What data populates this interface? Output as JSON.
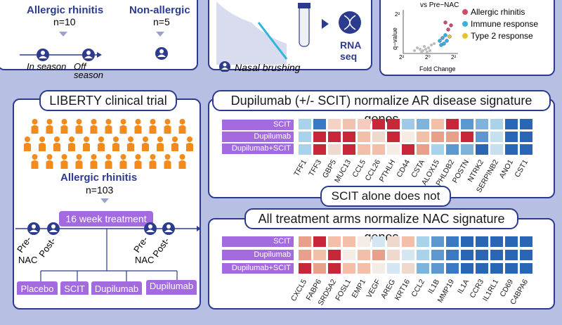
{
  "top_left": {
    "allergic_label": "Allergic rhinitis",
    "allergic_n": "n=10",
    "nonallergic_label": "Non-allergic",
    "nonallergic_n": "n=5",
    "in_season": "In season",
    "off_season": "Off season"
  },
  "top_mid": {
    "nasal": "Nasal brushing",
    "rna": "RNA",
    "seq": "seq"
  },
  "top_right": {
    "subtitle": "vs Pre−NAC",
    "ylabel": "q−value",
    "xlabel": "Fold Change",
    "x_tick_left": "2²",
    "x_tick_mid": "2⁰",
    "x_tick_right": "2²",
    "y_tick": "2²",
    "legend": [
      {
        "label": "Allergic rhinitis",
        "color": "#d14a6a"
      },
      {
        "label": "Immune response",
        "color": "#3ab0d8"
      },
      {
        "label": "Type 2 response",
        "color": "#e4c431"
      }
    ]
  },
  "liberty": {
    "title": "LIBERTY clinical trial",
    "ar_label": "Allergic rhinitis",
    "ar_n": "n=103",
    "treatment": "16 week treatment",
    "pre_left": "Pre-",
    "nac_left": "NAC",
    "post_left": "Post-",
    "pre_right": "Pre-",
    "nac_right": "NAC",
    "post_right": "Post-",
    "arms": [
      "Placebo",
      "SCIT",
      "Dupilumab",
      "Dupilumab"
    ]
  },
  "heatmap1": {
    "title": "Dupilumab (+/- SCIT) normalize AR disease signature genes",
    "rows": [
      "SCIT",
      "Dupilumab",
      "Dupilumab+SCIT"
    ],
    "genes": [
      "TFF1",
      "TFF3",
      "GBP5",
      "MUC13",
      "CCL5",
      "CCL26",
      "PTHLH",
      "CD44",
      "CSTA",
      "ALOX15",
      "PHLDB2",
      "POSTN",
      "NTRK2",
      "SERPINB2",
      "ANO1",
      "CST1"
    ],
    "colors": [
      [
        "#a9d3ea",
        "#3b78c3",
        "#f4d2c4",
        "#f2c2b0",
        "#f4cbbd",
        "#c8273a",
        "#c8273a",
        "#9fc9e6",
        "#7eb4dc",
        "#f3bfa9",
        "#c8273a",
        "#5d97cf",
        "#7eb4dc",
        "#a9d3ea",
        "#2a66b6",
        "#2a66b6"
      ],
      [
        "#a9d3ea",
        "#c8273a",
        "#c8273a",
        "#c8273a",
        "#f3bfa9",
        "#efd9cf",
        "#c8273a",
        "#f6ece6",
        "#f3bfa9",
        "#e8a08a",
        "#e8a08a",
        "#c8273a",
        "#5d97cf",
        "#c6e0f0",
        "#2a66b6",
        "#2a66b6"
      ],
      [
        "#a9d3ea",
        "#c8273a",
        "#efd9cf",
        "#c8273a",
        "#f3bfa9",
        "#f3bfa9",
        "#f6ece6",
        "#c8273a",
        "#e8a08a",
        "#a9d3ea",
        "#5d97cf",
        "#7eb4dc",
        "#2a66b6",
        "#c6e0f0",
        "#2a66b6",
        "#2a66b6"
      ]
    ]
  },
  "middle_pill": "SCIT alone does not",
  "heatmap2": {
    "title": "All treatment arms normalize NAC signature genes",
    "rows": [
      "SCIT",
      "Dupilumab",
      "Dupilumab+SCIT"
    ],
    "genes": [
      "CXCL5",
      "FABP6",
      "SRD5A2",
      "FOSL1",
      "EMP1",
      "VEGF",
      "AREG",
      "KRT16",
      "CCL2",
      "IL1B",
      "MMP19",
      "IL1A",
      "CCR3",
      "IL1RL1",
      "CD69",
      "C4BPA6"
    ],
    "colors": [
      [
        "#e8a08a",
        "#c8273a",
        "#f3bfa9",
        "#f3bfa9",
        "#f6ece6",
        "#d3e6f2",
        "#efd9cf",
        "#f3bfa9",
        "#a9d3ea",
        "#5d97cf",
        "#3b78c3",
        "#2a66b6",
        "#2a66b6",
        "#2a66b6",
        "#2a66b6",
        "#2a66b6"
      ],
      [
        "#e8a08a",
        "#f3bfa9",
        "#c8273a",
        "#f6ece6",
        "#f3bfa9",
        "#e8a08a",
        "#efd9cf",
        "#d3e6f2",
        "#a9d3ea",
        "#5d97cf",
        "#3b78c3",
        "#2a66b6",
        "#2a66b6",
        "#2a66b6",
        "#2a66b6",
        "#2a66b6"
      ],
      [
        "#c8273a",
        "#e8a08a",
        "#c8273a",
        "#f3bfa9",
        "#f3bfa9",
        "#f6ece6",
        "#d3e6f2",
        "#efd9cf",
        "#7eb4dc",
        "#5d97cf",
        "#3b78c3",
        "#2a66b6",
        "#2a66b6",
        "#2a66b6",
        "#2a66b6",
        "#2a66b6"
      ]
    ]
  }
}
